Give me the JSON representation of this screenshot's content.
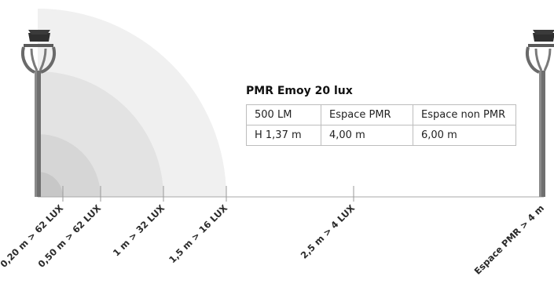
{
  "table": {
    "title": "PMR Emoy 20 lux",
    "rows": [
      [
        "500 LM",
        "Espace PMR",
        "Espace non PMR"
      ],
      [
        "H 1,37 m",
        "4,00 m",
        "6,00 m"
      ]
    ]
  },
  "ticks": [
    "0,20 m > 62 LUX",
    "0,50 m > 62 LUX",
    "1 m > 32 LUX",
    "1,5 m > 16 LUX",
    "2,5 m > 4 LUX",
    "Espace PMR > 4 m"
  ],
  "colors": {
    "zone1": "#f0f0f0",
    "zone2": "#e3e3e3",
    "zone3": "#d6d6d6",
    "zone4": "#c7c7c7",
    "pole": "#6f6f6f",
    "lantern_top": "#2e2e2e"
  }
}
